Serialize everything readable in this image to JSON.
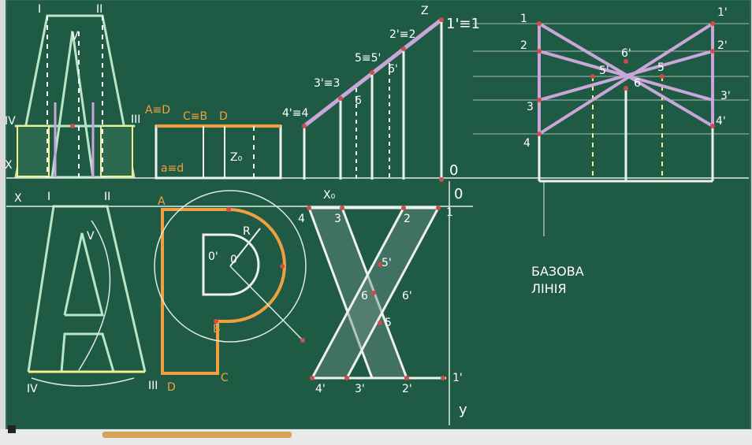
{
  "scene": {
    "description_kind": "chalkboard technical drawing",
    "colors": {
      "board": "#1f5a45",
      "frame": "#e6e6e6",
      "chalk_white": "#eef2ef",
      "chalk_green": "#b9e6c6",
      "chalk_orange": "#f0a040",
      "chalk_purple": "#c9a7d8",
      "chalk_yellow": "#f4f08a",
      "chalk_red": "#d24a4a"
    },
    "labels": {
      "top_left": {
        "I": "I",
        "II": "II",
        "V": "V",
        "IV": "IV",
        "III": "III",
        "X": "X"
      },
      "top_middle": {
        "A_eq_D": "A≡D",
        "C_eq_B": "C≡B",
        "D_small": "D",
        "a_eq_d": "a≡d",
        "Z0": "Z₀"
      },
      "top_right_block": {
        "Z": "Z",
        "one_prime_eq_1": "1'≡1",
        "two_prime_eq_2": "2'≡2",
        "five_eq_five_prime": "5≡5'",
        "three_prime_eq_3": "3'≡3",
        "four_prime_eq_4": "4'≡4",
        "six": "6",
        "six_prime": "6'",
        "zero": "0"
      },
      "far_right": {
        "one": "1",
        "two": "2",
        "three": "3",
        "four": "4",
        "one_prime": "1'",
        "two_prime": "2'",
        "three_prime": "3'",
        "four_prime": "4'",
        "five": "5",
        "five_prime": "5'",
        "six": "6",
        "six_prime": "6'"
      },
      "bottom": {
        "X": "X",
        "I": "I",
        "II": "II",
        "V": "V",
        "IV": "IV",
        "III": "III",
        "A": "A",
        "B": "B",
        "C": "C",
        "D": "D",
        "R": "R",
        "O_prime": "0'",
        "O": "0",
        "X0": "X₀",
        "zero": "0",
        "Y": "y",
        "four": "4",
        "three": "3",
        "two": "2",
        "one": "1",
        "four_prime": "4'",
        "three_prime": "3'",
        "two_prime": "2'",
        "one_prime": "1'",
        "five": "5",
        "five_prime": "5'",
        "six": "6",
        "six_prime": "6'"
      },
      "base_line": [
        "БАЗОВА",
        "ЛІНІЯ"
      ]
    }
  }
}
